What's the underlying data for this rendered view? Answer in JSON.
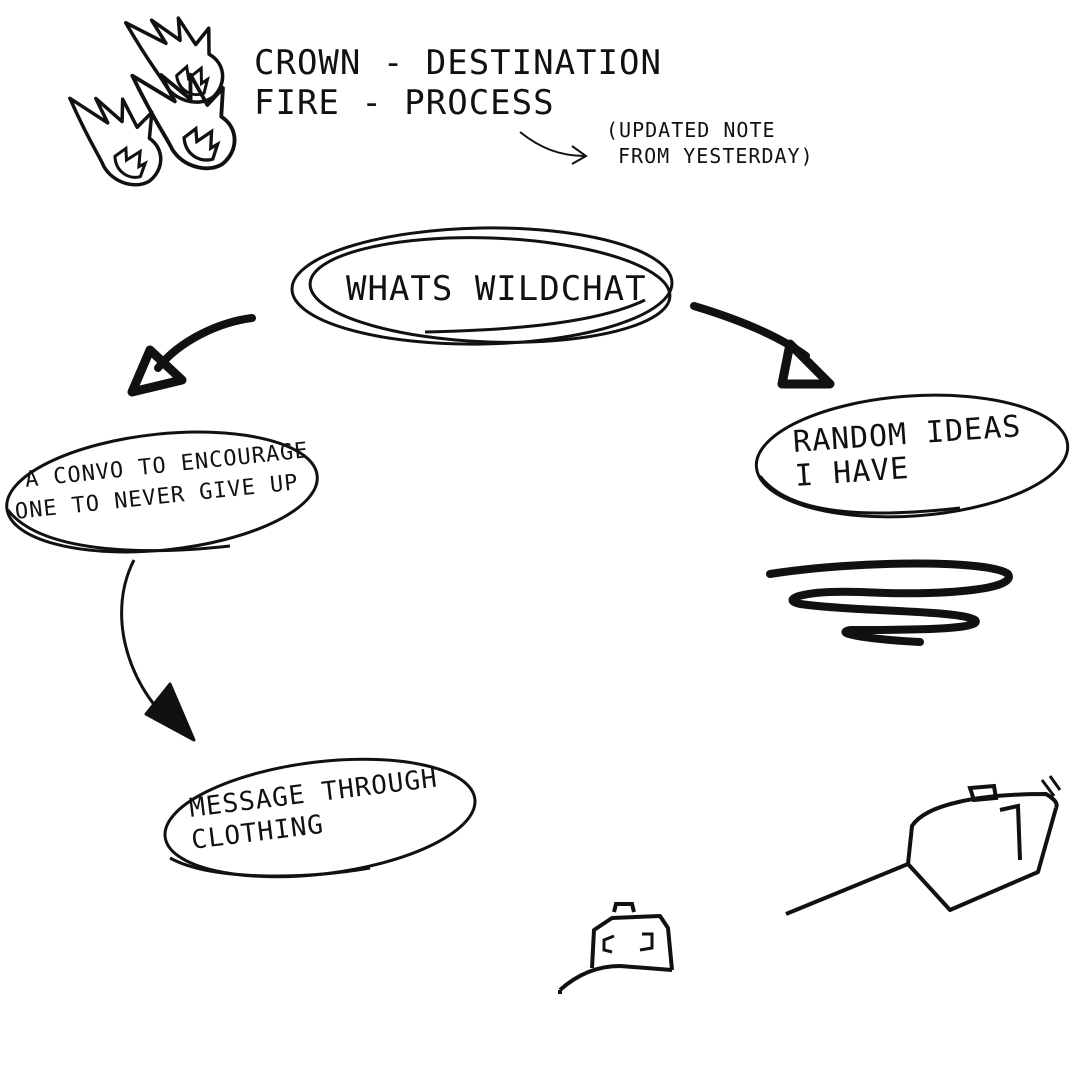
{
  "legend": {
    "line1": "CROWN - DESTINATION",
    "line2": "FIRE - PROCESS",
    "note_line1": "(UPDATED NOTE",
    "note_line2": "FROM YESTERDAY)"
  },
  "center_node": {
    "label": "WHATS WILDCHAT"
  },
  "nodes": {
    "left_line1": "A CONVO TO ENCOURAGE",
    "left_line2": "ONE TO NEVER GIVE UP",
    "right_line1": "RANDOM IDEAS",
    "right_line2": "I HAVE",
    "bottom_line1": "MESSAGE THROUGH",
    "bottom_line2": "CLOTHING"
  },
  "icons": [
    "fireball-icon",
    "arrow-icon",
    "scribble-icon",
    "cap-icon"
  ],
  "colors": {
    "ink": "#111111",
    "background": "#ffffff"
  }
}
